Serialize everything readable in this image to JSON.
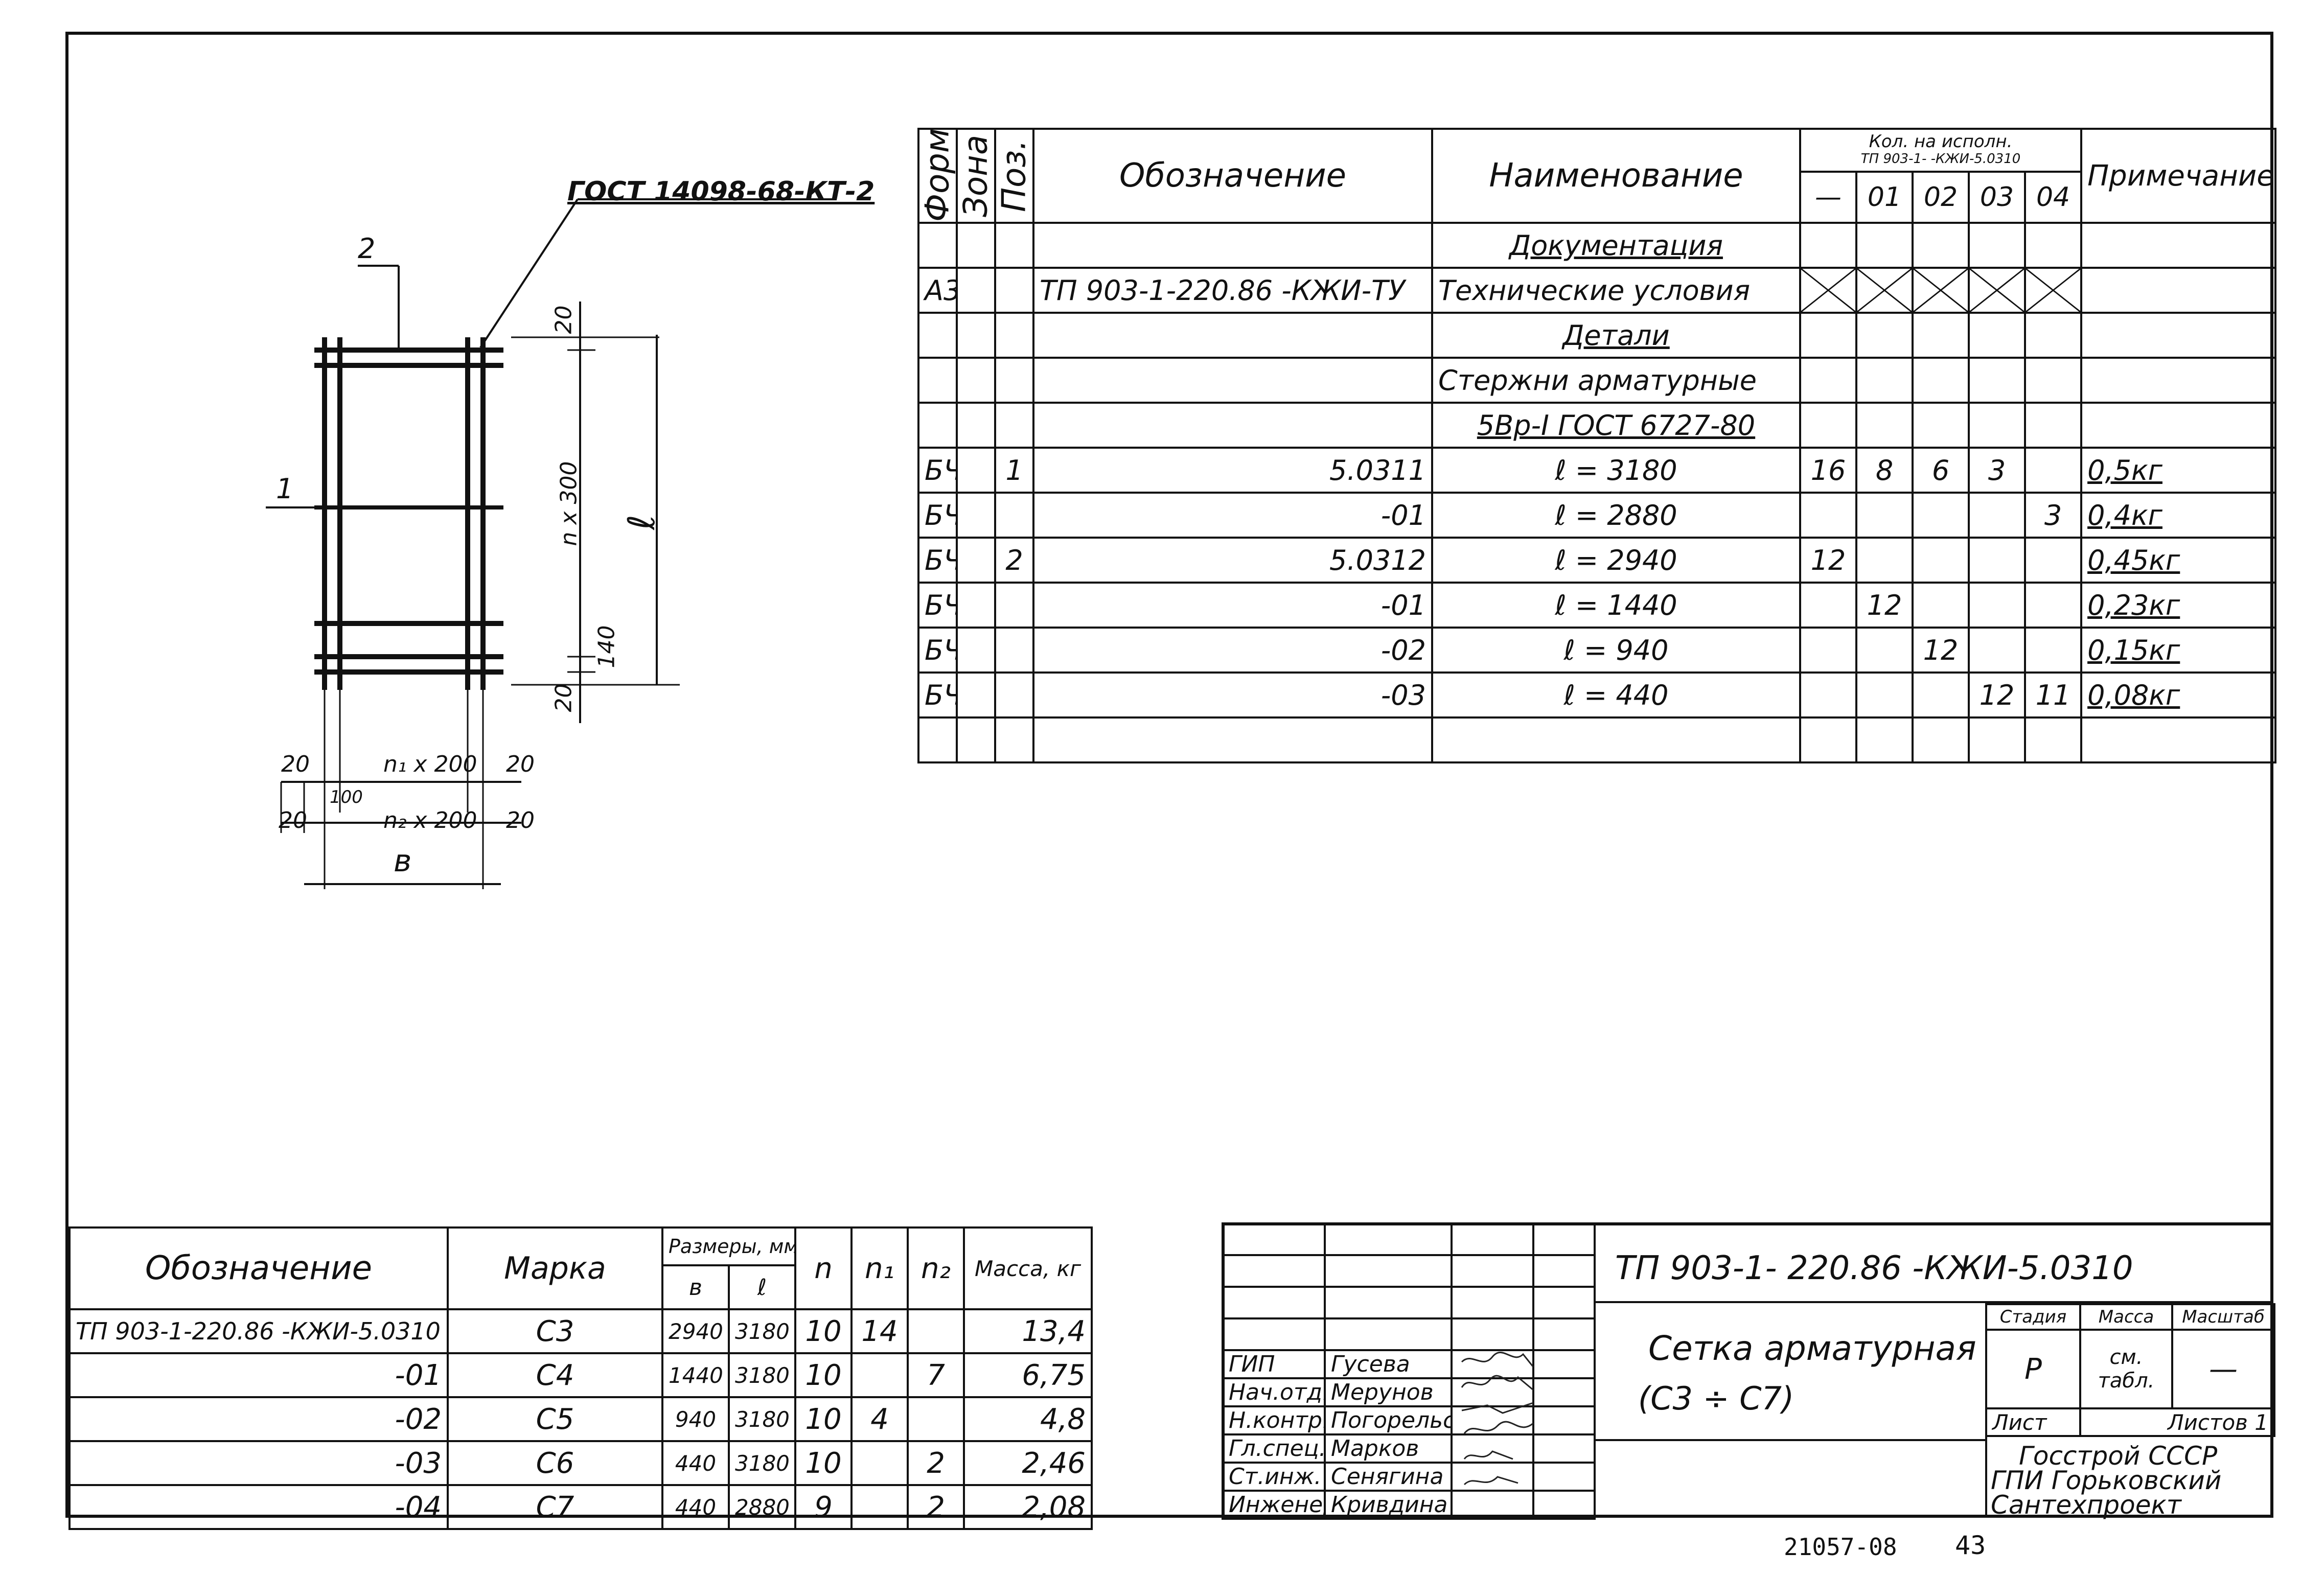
{
  "drawing": {
    "gost_label": "ГОСТ 14098-68-КТ-2",
    "pos_2": "2",
    "pos_1": "1",
    "dim_20": "20",
    "dim_n300": "n x 300",
    "dim_l": "ℓ",
    "dim_140": "140",
    "dim_n1x200": "n₁ x 200",
    "dim_n2x200": "n₂ x 200",
    "dim_100": "100",
    "dim_b": "в"
  },
  "spec": {
    "headers": {
      "format": "Формат",
      "zone": "Зона",
      "pos": "Поз.",
      "designation": "Обозначение",
      "name": "Наименование",
      "qty": "Кол. на исполн.",
      "qty_sub": "ТП 903-1-   -КЖИ-5.0310",
      "v0": "—",
      "v1": "01",
      "v2": "02",
      "v3": "03",
      "v4": "04",
      "note": "Примечание"
    },
    "rows": [
      {
        "format": "",
        "pos": "",
        "designation": "",
        "name": "Документация",
        "q0": "",
        "q1": "",
        "q2": "",
        "q3": "",
        "q4": "",
        "note": ""
      },
      {
        "format": "А3",
        "pos": "",
        "designation": "ТП 903-1-220.86 -КЖИ-ТУ",
        "name": "Технические условия",
        "q0": "",
        "q1": "",
        "q2": "",
        "q3": "",
        "q4": "",
        "note": ""
      },
      {
        "format": "",
        "pos": "",
        "designation": "",
        "name": "Детали",
        "q0": "",
        "q1": "",
        "q2": "",
        "q3": "",
        "q4": "",
        "note": ""
      },
      {
        "format": "",
        "pos": "",
        "designation": "",
        "name": "Стержни арматурные",
        "q0": "",
        "q1": "",
        "q2": "",
        "q3": "",
        "q4": "",
        "note": ""
      },
      {
        "format": "",
        "pos": "",
        "designation": "",
        "name": "5Вр-I ГОСТ 6727-80",
        "q0": "",
        "q1": "",
        "q2": "",
        "q3": "",
        "q4": "",
        "note": ""
      },
      {
        "format": "БЧ",
        "pos": "1",
        "designation": "5.0311",
        "name": "ℓ = 3180",
        "q0": "16",
        "q1": "8",
        "q2": "6",
        "q3": "3",
        "q4": "",
        "note": "0,5кг"
      },
      {
        "format": "БЧ",
        "pos": "",
        "designation": "-01",
        "name": "ℓ = 2880",
        "q0": "",
        "q1": "",
        "q2": "",
        "q3": "",
        "q4": "3",
        "note": "0,4кг"
      },
      {
        "format": "БЧ",
        "pos": "2",
        "designation": "5.0312",
        "name": "ℓ = 2940",
        "q0": "12",
        "q1": "",
        "q2": "",
        "q3": "",
        "q4": "",
        "note": "0,45кг"
      },
      {
        "format": "БЧ",
        "pos": "",
        "designation": "-01",
        "name": "ℓ = 1440",
        "q0": "",
        "q1": "12",
        "q2": "",
        "q3": "",
        "q4": "",
        "note": "0,23кг"
      },
      {
        "format": "БЧ",
        "pos": "",
        "designation": "-02",
        "name": "ℓ = 940",
        "q0": "",
        "q1": "",
        "q2": "12",
        "q3": "",
        "q4": "",
        "note": "0,15кг"
      },
      {
        "format": "БЧ",
        "pos": "",
        "designation": "-03",
        "name": "ℓ = 440",
        "q0": "",
        "q1": "",
        "q2": "",
        "q3": "12",
        "q4": "11",
        "note": "0,08кг"
      },
      {
        "format": "",
        "pos": "",
        "designation": "",
        "name": "",
        "q0": "",
        "q1": "",
        "q2": "",
        "q3": "",
        "q4": "",
        "note": ""
      }
    ]
  },
  "marks": {
    "headers": {
      "designation": "Обозначение",
      "mark": "Марка",
      "sizes": "Размеры, мм",
      "b": "в",
      "l": "ℓ",
      "n": "n",
      "n1": "n₁",
      "n2": "n₂",
      "mass": "Масса, кг"
    },
    "rows": [
      {
        "designation": "ТП 903-1-220.86 -КЖИ-5.0310",
        "mark": "С3",
        "b": "2940",
        "l": "3180",
        "n": "10",
        "n1": "14",
        "n2": "",
        "mass": "13,4"
      },
      {
        "designation": "-01",
        "mark": "С4",
        "b": "1440",
        "l": "3180",
        "n": "10",
        "n1": "",
        "n2": "7",
        "mass": "6,75"
      },
      {
        "designation": "-02",
        "mark": "С5",
        "b": "940",
        "l": "3180",
        "n": "10",
        "n1": "4",
        "n2": "",
        "mass": "4,8"
      },
      {
        "designation": "-03",
        "mark": "С6",
        "b": "440",
        "l": "3180",
        "n": "10",
        "n1": "",
        "n2": "2",
        "mass": "2,46"
      },
      {
        "designation": "-04",
        "mark": "С7",
        "b": "440",
        "l": "2880",
        "n": "9",
        "n1": "",
        "n2": "2",
        "mass": "2,08"
      }
    ]
  },
  "stamp": {
    "doc_code": "ТП 903-1- 220.86   -КЖИ-5.0310",
    "title_line1": "Сетка арматурная",
    "title_line2": "(С3 ÷ С7)",
    "stage_label": "Стадия",
    "mass_label": "Масса",
    "scale_label": "Масштаб",
    "stage_value": "Р",
    "mass_value": "см. табл.",
    "scale_value": "—",
    "sheet_label": "Лист",
    "sheets_label": "Листов 1",
    "org_line1": "Госстрой СССР",
    "org_line2": "ГПИ Горьковский",
    "org_line3": "Сантехпроект",
    "staff": [
      {
        "role": "ГИП",
        "name": "Гусева"
      },
      {
        "role": "Нач.отд.",
        "name": "Мерунов"
      },
      {
        "role": "Н.контр.",
        "name": "Погорельский"
      },
      {
        "role": "Гл.спец.",
        "name": "Марков"
      },
      {
        "role": "Ст.инж.",
        "name": "Сенягина"
      },
      {
        "role": "Инженер",
        "name": "Кривдина"
      }
    ]
  },
  "footer": {
    "number": "21057-08",
    "page": "43"
  }
}
